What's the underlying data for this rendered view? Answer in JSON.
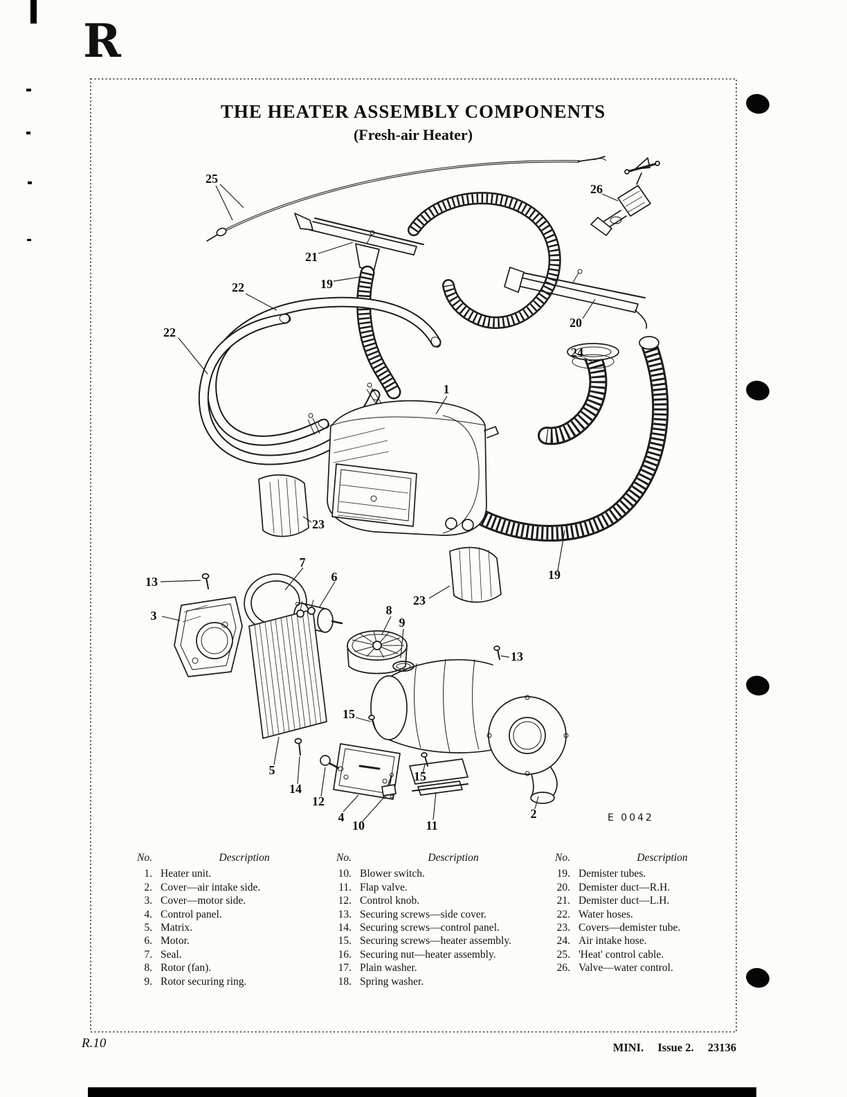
{
  "colors": {
    "paper": "#fcfcf8",
    "ink": "#111111"
  },
  "page": {
    "corner_letter": "R",
    "footer_left": "R.10",
    "footer_brand": "MINI.",
    "footer_issue": "Issue 2.",
    "footer_code": "23136"
  },
  "title": "THE HEATER ASSEMBLY COMPONENTS",
  "subtitle": "(Fresh-air Heater)",
  "figure_code": "E 0042",
  "callouts": [
    "25",
    "26",
    "21",
    "19",
    "22",
    "22",
    "20",
    "24",
    "1",
    "23",
    "19",
    "13",
    "3",
    "7",
    "6",
    "8",
    "9",
    "23",
    "13",
    "5",
    "14",
    "12",
    "4",
    "10",
    "15",
    "15",
    "11",
    "2"
  ],
  "parts_table": {
    "no_header": "No.",
    "desc_header": "Description",
    "columns": [
      {
        "rows": [
          {
            "no": "1.",
            "desc": "Heater unit."
          },
          {
            "no": "2.",
            "desc": "Cover—air intake side."
          },
          {
            "no": "3.",
            "desc": "Cover—motor side."
          },
          {
            "no": "4.",
            "desc": "Control panel."
          },
          {
            "no": "5.",
            "desc": "Matrix."
          },
          {
            "no": "6.",
            "desc": "Motor."
          },
          {
            "no": "7.",
            "desc": "Seal."
          },
          {
            "no": "8.",
            "desc": "Rotor (fan)."
          },
          {
            "no": "9.",
            "desc": "Rotor securing ring."
          }
        ]
      },
      {
        "rows": [
          {
            "no": "10.",
            "desc": "Blower switch."
          },
          {
            "no": "11.",
            "desc": "Flap valve."
          },
          {
            "no": "12.",
            "desc": "Control knob."
          },
          {
            "no": "13.",
            "desc": "Securing screws—side cover."
          },
          {
            "no": "14.",
            "desc": "Securing screws—control panel."
          },
          {
            "no": "15.",
            "desc": "Securing screws—heater assembly."
          },
          {
            "no": "16.",
            "desc": "Securing nut—heater assembly."
          },
          {
            "no": "17.",
            "desc": "Plain washer."
          },
          {
            "no": "18.",
            "desc": "Spring washer."
          }
        ]
      },
      {
        "rows": [
          {
            "no": "19.",
            "desc": "Demister tubes."
          },
          {
            "no": "20.",
            "desc": "Demister duct—R.H."
          },
          {
            "no": "21.",
            "desc": "Demister duct—L.H."
          },
          {
            "no": "22.",
            "desc": "Water hoses."
          },
          {
            "no": "23.",
            "desc": "Covers—demister tube."
          },
          {
            "no": "24.",
            "desc": "Air intake hose."
          },
          {
            "no": "25.",
            "desc": "'Heat' control cable."
          },
          {
            "no": "26.",
            "desc": "Valve—water control."
          }
        ]
      }
    ]
  }
}
